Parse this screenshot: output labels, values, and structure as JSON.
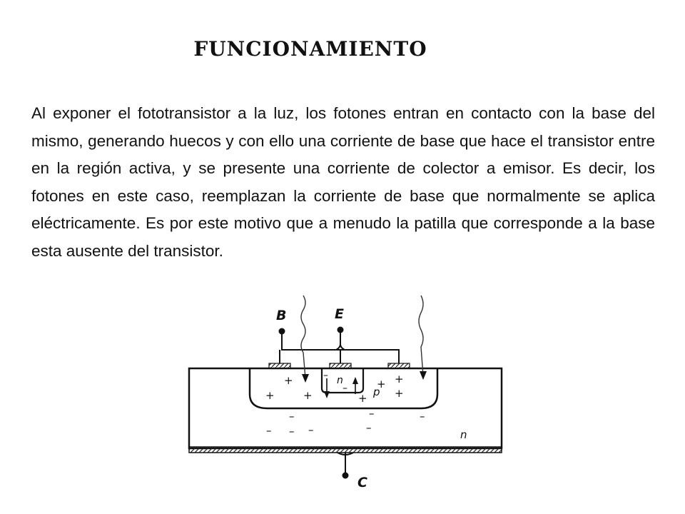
{
  "slide": {
    "title": "FUNCIONAMIENTO",
    "body": "Al exponer el fototransistor a la luz, los fotones entran en contacto con la base del mismo, generando huecos y con ello una corriente de base que hace el transistor entre en la región activa, y se presente una corriente de colector a emisor. Es decir, los fotones en este caso, reemplazan la corriente de base que normalmente se aplica eléctricamente. Es por este motivo que a menudo la patilla que corresponde a la base esta ausente del transistor."
  },
  "diagram": {
    "terminal_base": "B",
    "terminal_emitter": "E",
    "terminal_collector": "C",
    "region_emitter": "n",
    "region_base": "p",
    "region_collector": "n",
    "charge_plus": "+",
    "charge_minus": "–"
  }
}
